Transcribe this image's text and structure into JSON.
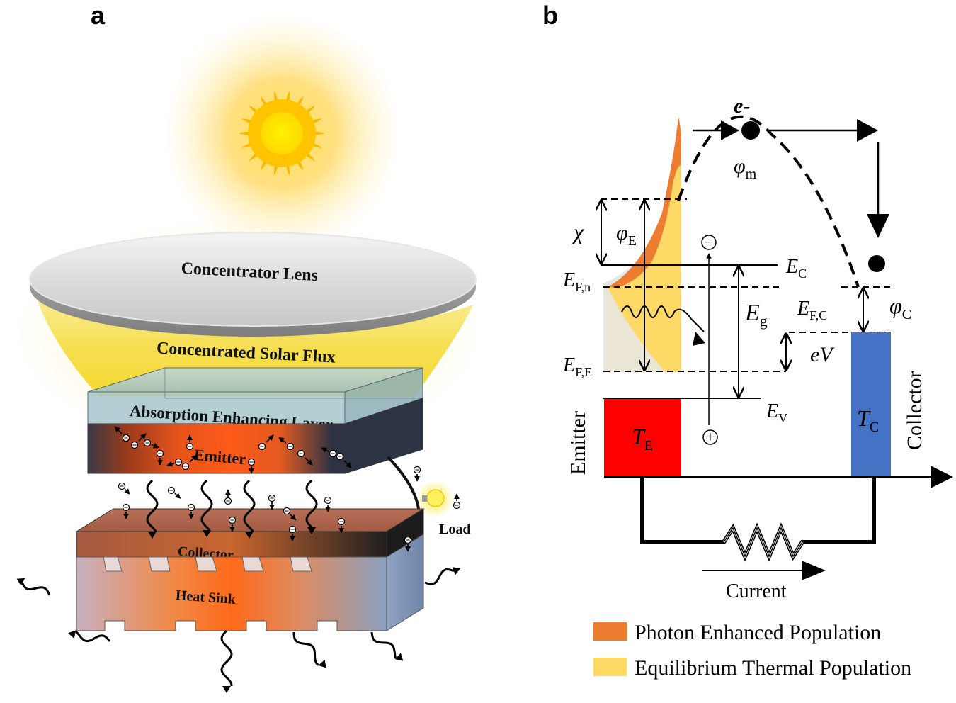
{
  "panels": {
    "a": {
      "letter": "a",
      "labels": {
        "concentrator_lens": "Concentrator Lens",
        "solar_flux": "Concentrated Solar Flux",
        "absorption_layer": "Absorption Enhancing Layer",
        "emitter": "Emitter",
        "collector": "Collector",
        "heat_sink": "Heat Sink",
        "load": "Load"
      }
    },
    "b": {
      "letter": "b",
      "electron_label": "e-",
      "symbols": {
        "phi_m": {
          "main": "φ",
          "sub": "m"
        },
        "chi": "χ",
        "phi_E": {
          "main": "φ",
          "sub": "E"
        },
        "E_C": {
          "main": "E",
          "sub": "C"
        },
        "E_Fn": {
          "main": "E",
          "sub": "F,n"
        },
        "E_g": {
          "main": "E",
          "sub": "g"
        },
        "E_FC": {
          "main": "E",
          "sub": "F,C"
        },
        "phi_C": {
          "main": "φ",
          "sub": "C"
        },
        "eV": "eV",
        "E_FE": {
          "main": "E",
          "sub": "F,E"
        },
        "E_V": {
          "main": "E",
          "sub": "V"
        },
        "T_E": {
          "main": "T",
          "sub": "E"
        },
        "T_C": {
          "main": "T",
          "sub": "C"
        },
        "minus": "−",
        "plus": "+"
      },
      "emitter_label": "Emitter",
      "collector_label": "Collector",
      "current_label": "Current"
    }
  },
  "legend": [
    {
      "label": "Photon Enhanced Population",
      "color": "#ed7d31"
    },
    {
      "label": "Equilibrium Thermal Population",
      "color": "#ffd966"
    }
  ],
  "colors": {
    "emitter_block": "#ff0000",
    "collector_block": "#4472c4",
    "sun_core": "#ffe800",
    "sun_rays": "#ffb400"
  }
}
